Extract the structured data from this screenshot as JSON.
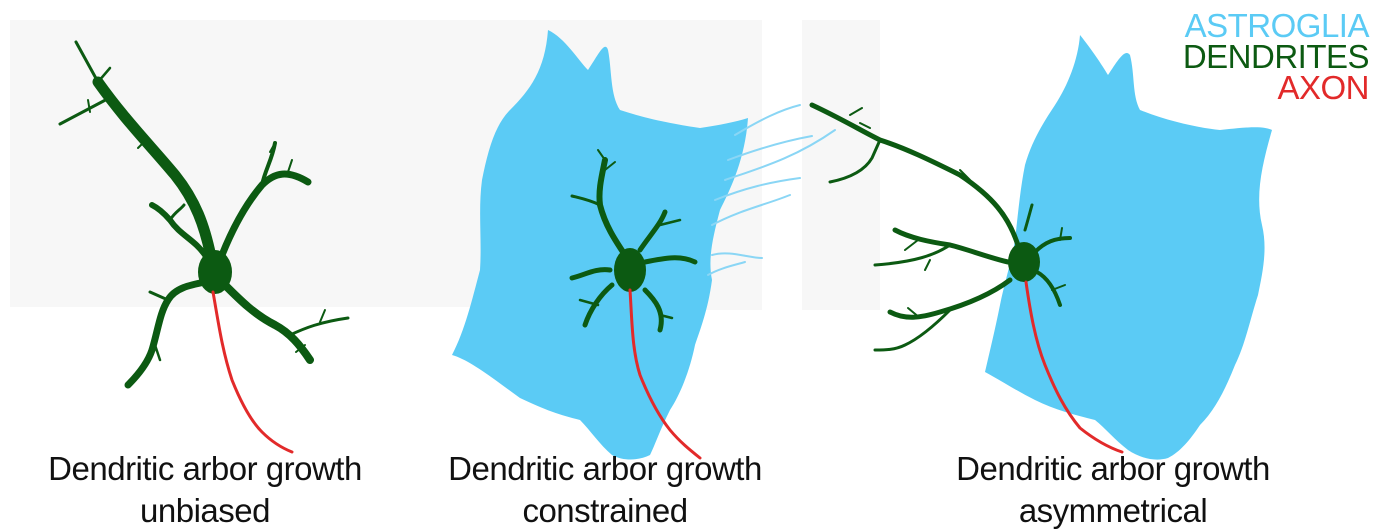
{
  "legend": {
    "astroglia": "ASTROGLIA",
    "dendrites": "DENDRITES",
    "axon": "AXON"
  },
  "colors": {
    "astroglia": "#5bcbf5",
    "dendrites": "#0c5a12",
    "axon": "#e22a2a",
    "background_panel": "#f7f7f7"
  },
  "panels": [
    {
      "caption_line1": "Dendritic arbor growth",
      "caption_line2": "unbiased"
    },
    {
      "caption_line1": "Dendritic arbor growth",
      "caption_line2": "constrained"
    },
    {
      "caption_line1": "Dendritic arbor growth",
      "caption_line2": "asymmetrical"
    }
  ]
}
